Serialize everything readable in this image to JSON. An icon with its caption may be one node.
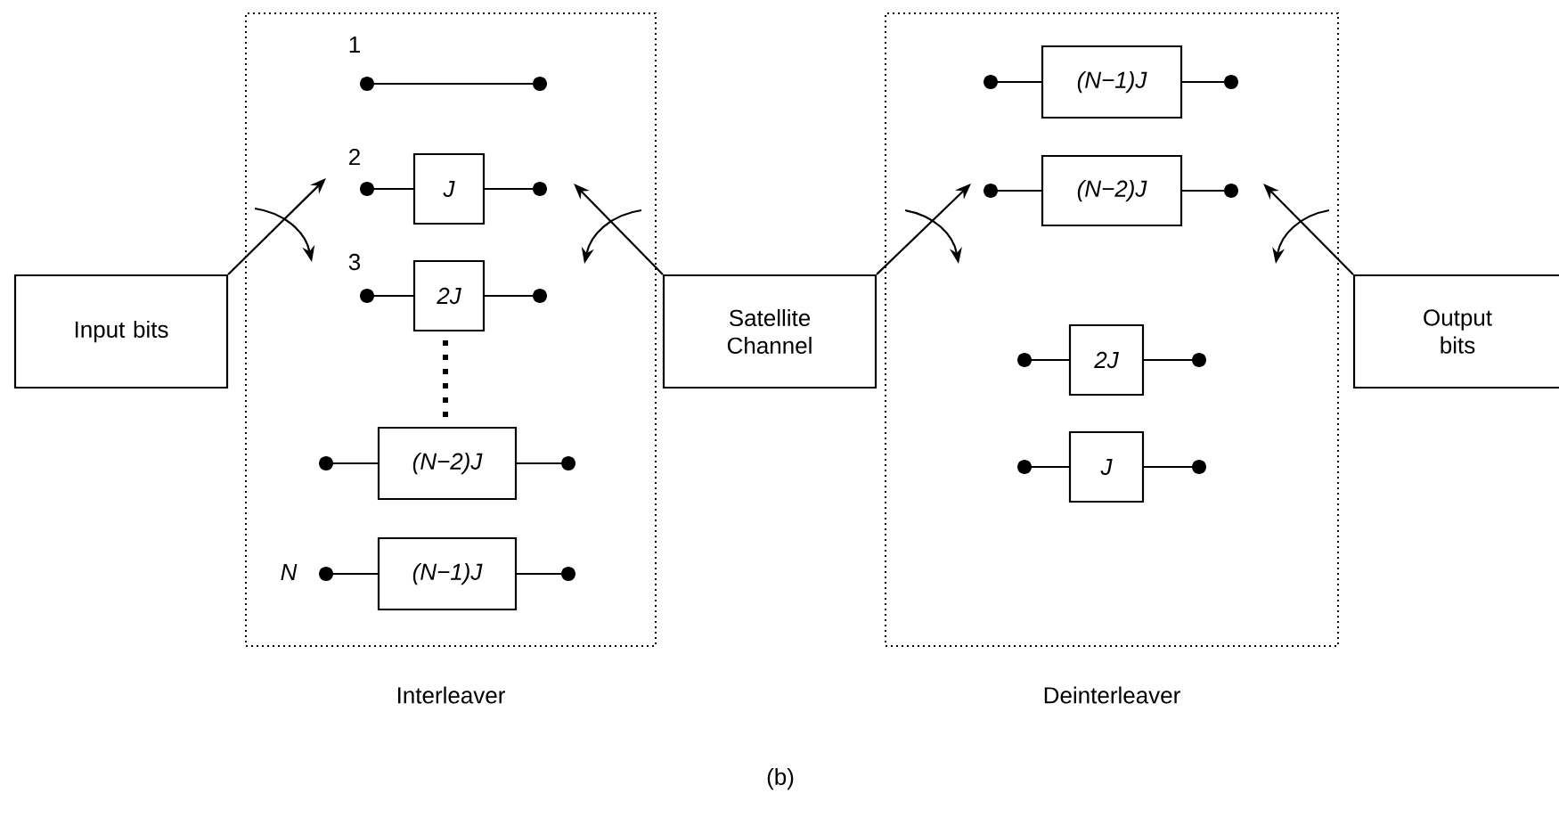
{
  "diagram": {
    "caption": "(b)",
    "nodes": [
      {
        "text": [
          "Input bits"
        ]
      },
      {
        "text": [
          "Interleaver"
        ]
      },
      {
        "text": [
          "J"
        ],
        "in": 1
      },
      {
        "text": [
          "2J"
        ],
        "in": 1
      },
      {
        "text": [
          "(N−2)J"
        ],
        "in": 1
      },
      {
        "text": [
          "(N−1)J"
        ],
        "in": 1
      },
      {
        "text": [
          "Satellite Channel"
        ]
      },
      {
        "text": [
          "Deinterleaver"
        ]
      },
      {
        "text": [
          "(N−1)J"
        ],
        "in": 7
      },
      {
        "text": [
          "(N−2)J"
        ],
        "in": 7
      },
      {
        "text": [
          "2J"
        ],
        "in": 7
      },
      {
        "text": [
          "J"
        ],
        "in": 7
      },
      {
        "text": [
          "Output bits"
        ]
      }
    ],
    "edges": [
      {
        "from": 0,
        "to": null,
        "arrow": "to"
      },
      {
        "from": 6,
        "to": null,
        "arrow": "to"
      },
      {
        "from": 6,
        "to": null,
        "arrow": "to"
      },
      {
        "from": 12,
        "to": null,
        "arrow": "to"
      }
    ],
    "labels": [
      "1",
      "2",
      "3",
      "N"
    ]
  }
}
